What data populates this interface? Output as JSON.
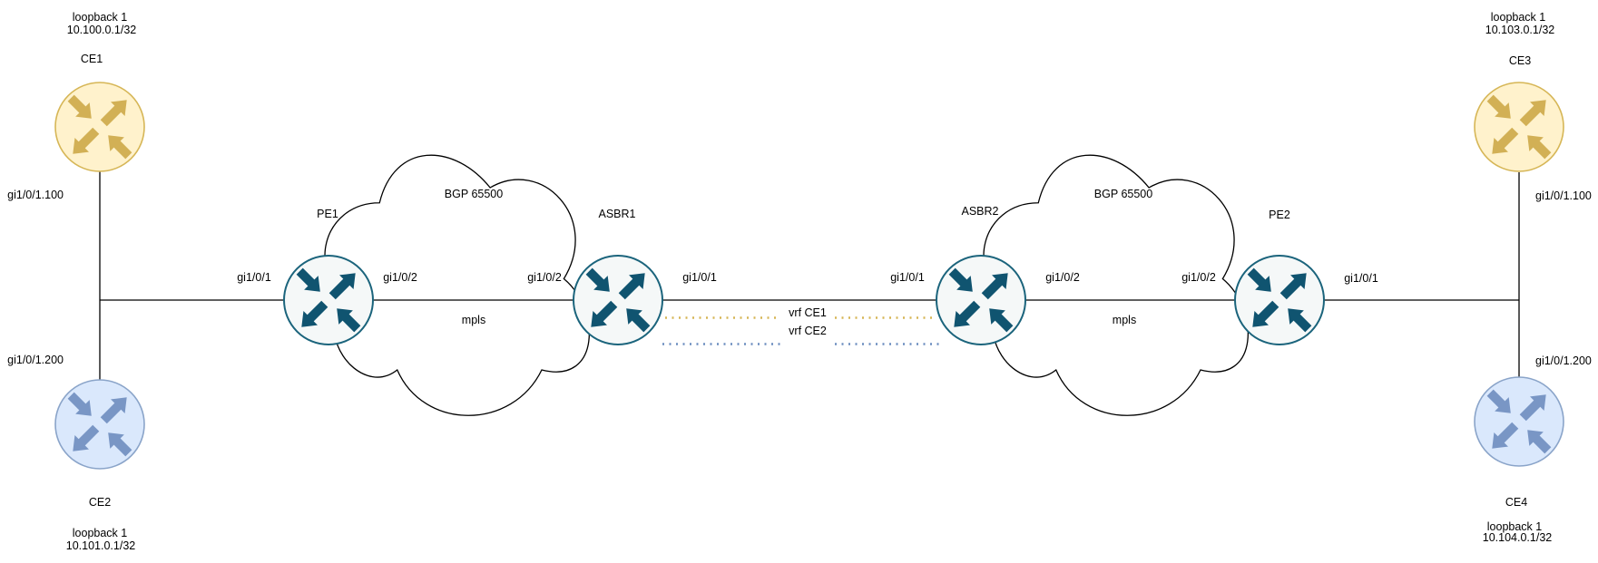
{
  "palette": {
    "ce_yellow": {
      "fill": "#FFF2CC",
      "stroke": "#D6B656",
      "arrows": "#D2B055"
    },
    "ce_blue": {
      "fill": "#DAE8FC",
      "stroke": "#8AA4C9",
      "arrows": "#7996C5"
    },
    "core": {
      "fill": "#F5F8F8",
      "stroke": "#1B647C",
      "arrows": "#105470"
    },
    "link": "#000000",
    "cloud_fill": "#FFFFFF",
    "text": "#000000"
  },
  "nodes": {
    "ce1": {
      "label": "CE1",
      "loopback_name": "loopback 1",
      "loopback_ip": "10.100.0.1/32"
    },
    "ce2": {
      "label": "CE2",
      "loopback_name": "loopback 1",
      "loopback_ip": "10.101.0.1/32"
    },
    "ce3": {
      "label": "CE3",
      "loopback_name": "loopback 1",
      "loopback_ip": "10.103.0.1/32"
    },
    "ce4": {
      "label": "CE4",
      "loopback_name": "loopback 1",
      "loopback_ip": "10.104.0.1/32"
    },
    "pe1": {
      "label": "PE1"
    },
    "asbr1": {
      "label": "ASBR1"
    },
    "asbr2": {
      "label": "ASBR2"
    },
    "pe2": {
      "label": "PE2"
    }
  },
  "clouds": {
    "left": {
      "label": "BGP 65500",
      "sublabel": "mpls"
    },
    "right": {
      "label": "BGP 65500",
      "sublabel": "mpls"
    }
  },
  "interfaces": {
    "ce1_sub": "gi1/0/1.100",
    "ce2_sub": "gi1/0/1.200",
    "ce3_sub": "gi1/0/1.100",
    "ce4_sub": "gi1/0/1.200",
    "pe1_access": "gi1/0/1",
    "pe1_core": "gi1/0/2",
    "asbr1_core": "gi1/0/2",
    "asbr1_inter": "gi1/0/1",
    "asbr2_inter": "gi1/0/1",
    "asbr2_core": "gi1/0/2",
    "pe2_core": "gi1/0/2",
    "pe2_access": "gi1/0/1"
  },
  "vrf_links": {
    "vrf_ce1": {
      "label": "vrf CE1",
      "color": "#D6B656"
    },
    "vrf_ce2": {
      "label": "vrf CE2",
      "color": "#6C8EBF"
    }
  }
}
